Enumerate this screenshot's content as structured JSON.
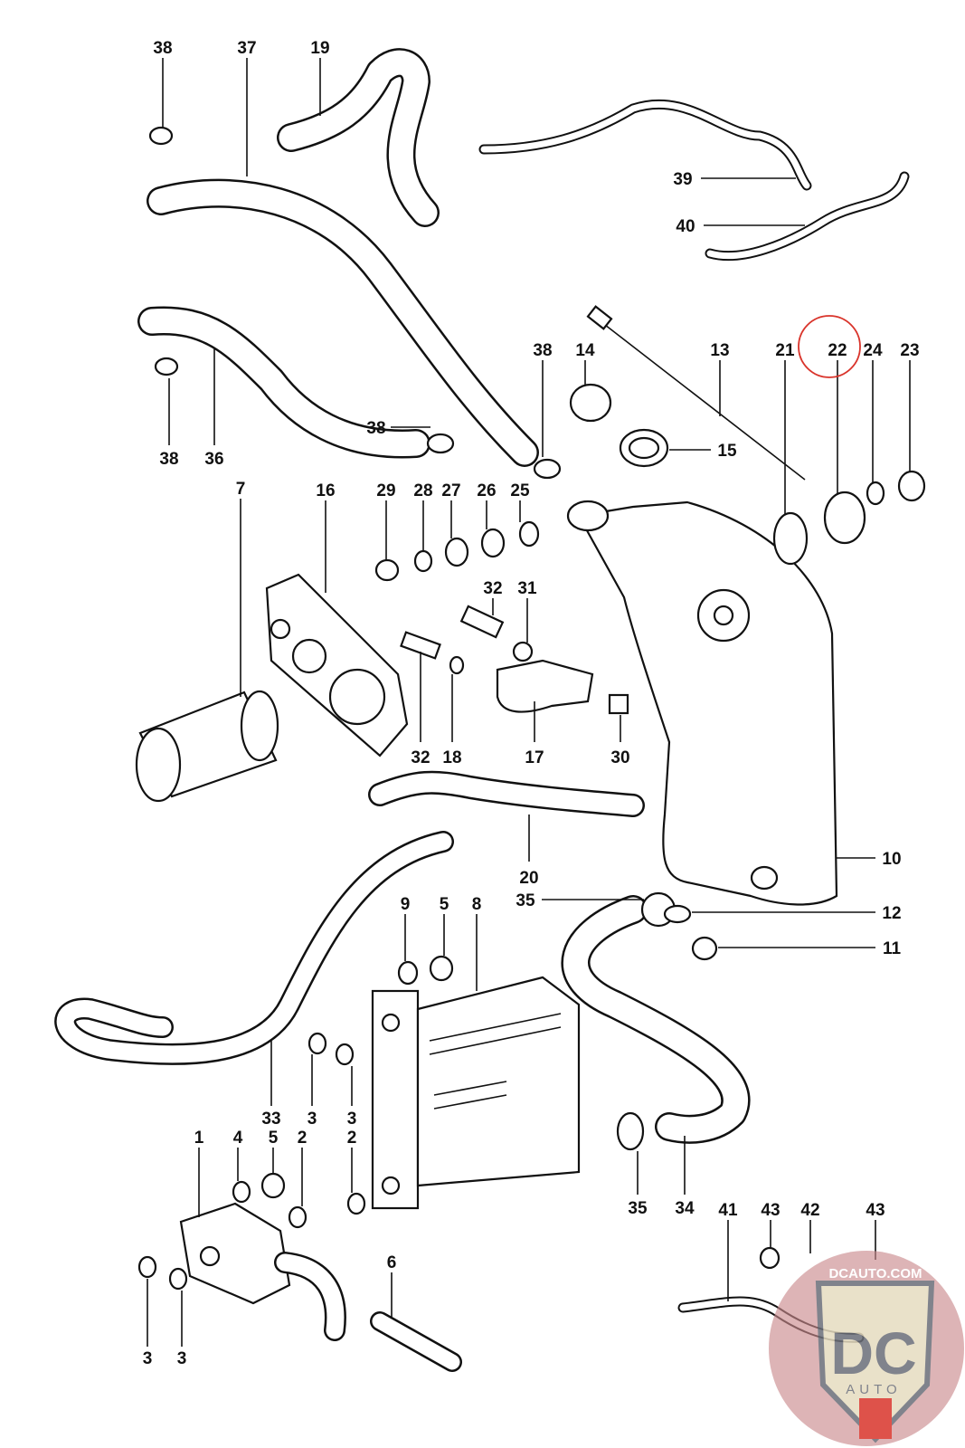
{
  "labels": [
    "38",
    "37",
    "19",
    "39",
    "40",
    "38",
    "36",
    "38",
    "38",
    "14",
    "13",
    "21",
    "22",
    "24",
    "23",
    "15",
    "7",
    "16",
    "29",
    "28",
    "27",
    "26",
    "25",
    "32",
    "31",
    "32",
    "18",
    "17",
    "30",
    "10",
    "20",
    "35",
    "12",
    "9",
    "5",
    "8",
    "11",
    "33",
    "3",
    "3",
    "1",
    "4",
    "5",
    "2",
    "2",
    "35",
    "34",
    "41",
    "43",
    "42",
    "43",
    "6",
    "3",
    "3"
  ],
  "highlight": {
    "label": "22",
    "color": "#d9342b"
  },
  "logo": {
    "site": "DCAUTO.COM",
    "mark": "DC",
    "sub": "AUTO",
    "colors": {
      "circle": "#c98a8c",
      "shield": "#6b6e78",
      "accent": "#d9342b"
    }
  }
}
